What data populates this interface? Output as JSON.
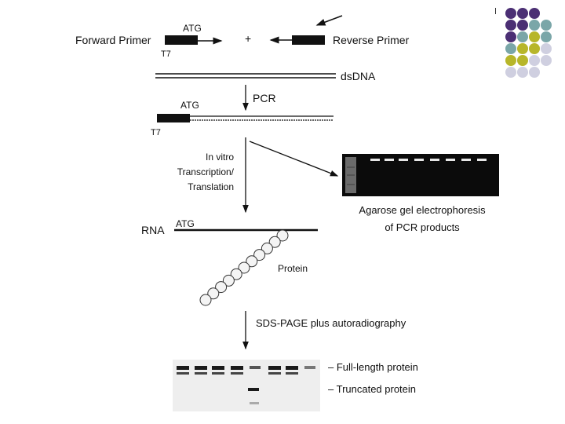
{
  "slide": {
    "forward_primer": "Forward Primer",
    "reverse_primer": "Reverse Primer",
    "atg_top": "ATG",
    "t7_top": "T7",
    "plus": "+",
    "dsdna": "dsDNA",
    "pcr": "PCR",
    "atg_pcr": "ATG",
    "t7_pcr": "T7",
    "invitro_lines": [
      "In vitro",
      "Transcription/",
      "Translation"
    ],
    "gel_caption_lines": [
      "Agarose gel electrophoresis",
      "of PCR products"
    ],
    "rna": "RNA",
    "atg_rna": "ATG",
    "protein": "Protein",
    "sds_page": "SDS-PAGE plus autoradiography",
    "full_length": "– Full-length protein",
    "truncated": "– Truncated protein"
  },
  "decor": {
    "dot_colors": {
      "purple": "#4b2f74",
      "teal": "#7aa6a8",
      "olive": "#b7b62a",
      "lavender": "#cfcfe0"
    },
    "dot_grid": [
      [
        "purple",
        "purple",
        "purple"
      ],
      [
        "purple",
        "purple",
        "teal",
        "teal"
      ],
      [
        "purple",
        "teal",
        "olive",
        "teal"
      ],
      [
        "teal",
        "olive",
        "olive",
        "lavender"
      ],
      [
        "olive",
        "olive",
        "lavender",
        "lavender"
      ],
      [
        "lavender",
        "lavender",
        "lavender"
      ]
    ]
  }
}
